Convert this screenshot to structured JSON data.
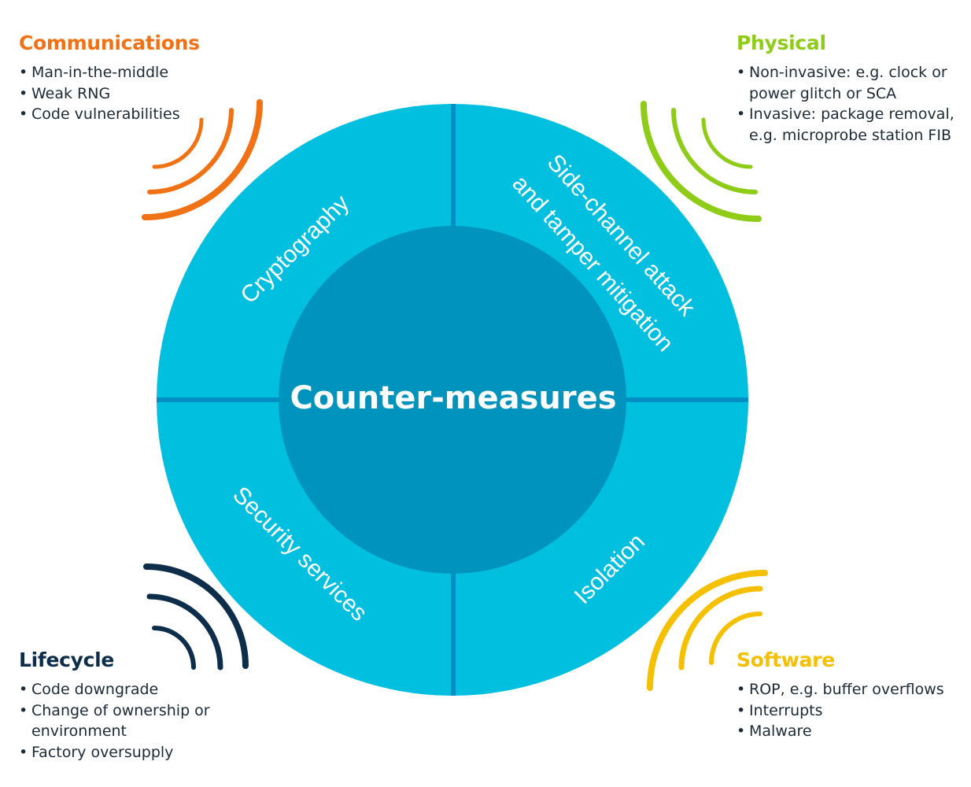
{
  "center": {
    "label": "Counter-measures"
  },
  "segments": {
    "top_left": "Cryptography",
    "top_right_line1": "Side-channel attack",
    "top_right_line2": "and tamper mitigation",
    "bottom_left": "Security services",
    "bottom_right": "Isolation"
  },
  "threats": {
    "communications": {
      "title": "Communications",
      "color": "#f07214",
      "items": [
        "Man-in-the-middle",
        "Weak RNG",
        "Code vulnerabilities"
      ]
    },
    "physical": {
      "title": "Physical",
      "color": "#8fcc17",
      "items": [
        "Non-invasive: e.g. clock or power glitch or SCA",
        "Invasive: package removal, e.g. microprobe station FIB"
      ]
    },
    "lifecycle": {
      "title": "Lifecycle",
      "color": "#0d2d4a",
      "items": [
        "Code downgrade",
        "Change of ownership or environment",
        "Factory oversupply"
      ]
    },
    "software": {
      "title": "Software",
      "color": "#f5c000",
      "items": [
        "ROP, e.g. buffer overflows",
        "Interrupts",
        "Malware"
      ]
    }
  },
  "colors": {
    "ring": "#00bfdf",
    "inner": "#0093bd",
    "divider": "#008ec4"
  }
}
